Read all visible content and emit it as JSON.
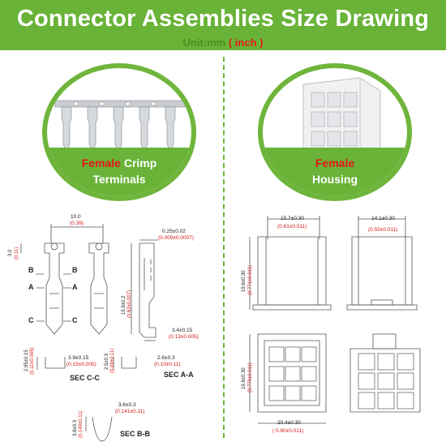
{
  "header": {
    "title": "Connector Assemblies Size Drawing",
    "unit_label": "Unit:mm",
    "unit_inch": "( inch )"
  },
  "left_panel": {
    "female_word": "Female",
    "crimp_word": " Crimp",
    "terminals_word": "Terminals",
    "dims": {
      "width_mm": "10.0",
      "width_in": "(0.39)",
      "top_mm": "3.0",
      "top_in": "(0.11)",
      "thick_mm": "0.25±0.02",
      "thick_in": "(0.009±0.0007)",
      "len_mm": "15.9±0.2",
      "len_in": "(0.62±0.007)",
      "tip_mm": "3.4±0.15",
      "tip_in": "(0.13±0.005)"
    },
    "section_letters": [
      "B",
      "B",
      "A",
      "A",
      "C",
      "C"
    ],
    "sections": {
      "cc": {
        "label": "SEC C-C",
        "h_mm": "2.95±0.15",
        "h_in": "(0.11±0.005)",
        "w_mm": "3.9±0.15",
        "w_in": "(0.15±0.005)"
      },
      "aa": {
        "label": "SEC A-A",
        "h_mm": "2.5±0.3",
        "h_in": "(0.09±0.11)",
        "w_mm": "2.6±0.3",
        "w_in": "(0.10±0.11)"
      },
      "bb": {
        "label": "SEC B-B",
        "h_mm": "3.8±0.3",
        "h_in": "(0.149±0.11)",
        "w_mm": "3.6±0.3",
        "w_in": "(0.141±0.11)"
      }
    }
  },
  "right_panel": {
    "female_word": "Female",
    "housing_word": "Housing",
    "dims": {
      "front_w_mm": "15.7±0.30",
      "front_w_in": "(0.61±0.011)",
      "front_h_mm": "19.6±0.30",
      "front_h_in": "(0.771±0.011)",
      "side_w_mm": "14.1±0.30",
      "side_w_in": "(0.55±0.011)",
      "plan_h_mm": "19.8±0.30",
      "plan_h_in": "(0.779±0.011)",
      "plan_w_mm": "20.4±0.30",
      "plan_w_in": "( 0.80±0.011)"
    }
  },
  "colors": {
    "brand_green": "#69b338",
    "accent_red": "#e31818",
    "line_gray": "#555555"
  }
}
